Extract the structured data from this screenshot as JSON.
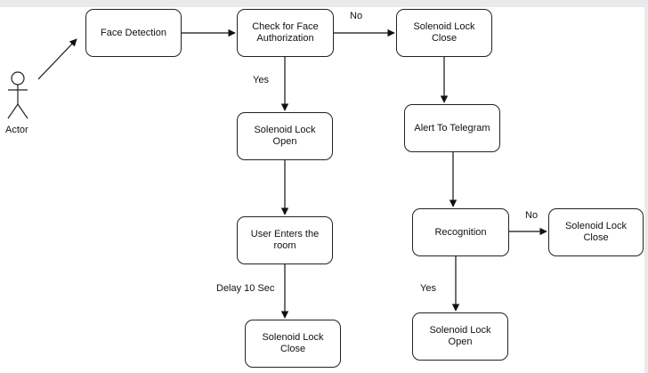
{
  "actor": {
    "label": "Actor"
  },
  "nodes": {
    "face_detection": "Face Detection",
    "check_auth": "Check  for  Face\nAuthorization",
    "lock_close_1": "Solenoid Lock Close",
    "lock_open_1": "Solenoid Lock Open",
    "alert_telegram": "Alert To Telegram",
    "user_enters": "User Enters the room",
    "recognition": "Recognition",
    "lock_close_2": "Solenoid Lock Close",
    "lock_close_3": "Solenoid Lock Close",
    "lock_open_2": "Solenoid Lock Open"
  },
  "edge_labels": {
    "no_1": "No",
    "yes_1": "Yes",
    "delay": "Delay 10 Sec",
    "no_2": "No",
    "yes_2": "Yes"
  },
  "colors": {
    "stroke": "#222222",
    "background": "#ffffff",
    "frame": "#e9eaec"
  }
}
